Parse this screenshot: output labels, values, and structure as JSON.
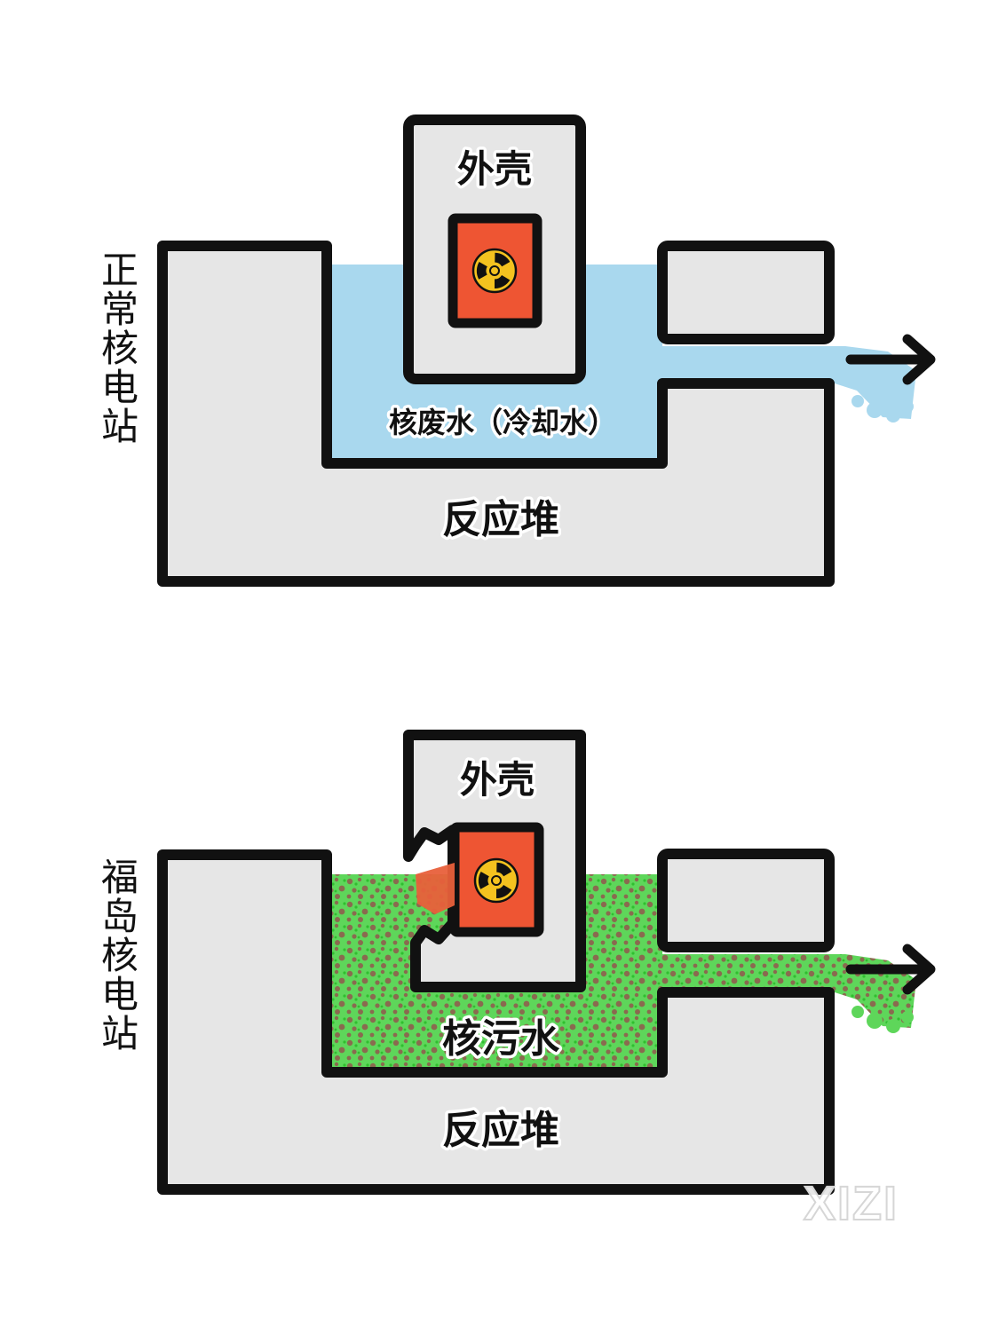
{
  "panels": {
    "normal": {
      "side_label": "正常核电站",
      "shell_label": "外壳",
      "water_label": "核废水（冷却水）",
      "reactor_label": "反应堆",
      "water_color": "#a9d8ee"
    },
    "fukushima": {
      "side_label": "福岛核电站",
      "shell_label": "外壳",
      "water_label": "核污水",
      "reactor_label": "反应堆",
      "water_color": "#5ed65a",
      "contaminant_color": "#8a6a4f"
    }
  },
  "colors": {
    "outline": "#111111",
    "wall_fill": "#e6e6e6",
    "core_fill": "#ee5533",
    "radiation_fill": "#f4c21f"
  },
  "icons": [
    "radiation-icon",
    "arrow-right-icon"
  ],
  "watermark": "XIZI"
}
